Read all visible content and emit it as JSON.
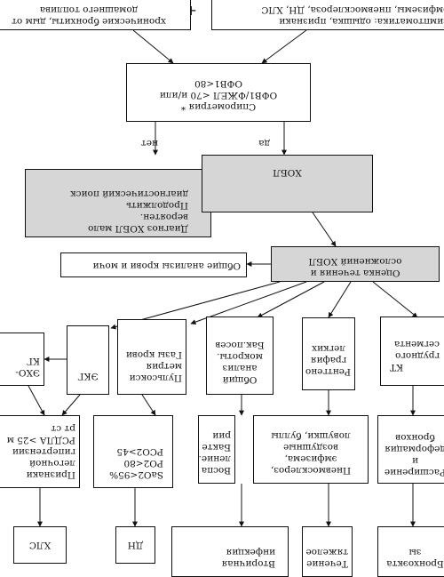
{
  "nodes": {
    "top_left": {
      "lines": [
        "хронические бронхиты, дым от",
        "домашнего топлива"
      ]
    },
    "top_right": {
      "lines": [
        "симптоматика: одышка, признаки",
        "эмфиземы, пневмосклероза, ДН, ХЛС"
      ]
    },
    "plus": {
      "text": "+"
    },
    "spirometry": {
      "lines": [
        "Спирометрия *",
        "ОФВ1/ФЖЕЛ <70 и/или",
        "ОФВ1<80"
      ]
    },
    "no_label": {
      "text": "нет"
    },
    "yes_label": {
      "text": "да"
    },
    "unlikely": {
      "lines": [
        "Диагноз ХОБЛ мало",
        "вероятен.",
        "Продолжить",
        "диагностический поиск"
      ]
    },
    "copd": {
      "text": "ХОБЛ"
    },
    "assessment": {
      "lines": [
        "Оценка течения и",
        "осложнений ХОБЛ"
      ]
    },
    "blood_urine": {
      "text": "Общие анализы крови и мочи"
    },
    "echo": {
      "lines": [
        "ЭХО-",
        "КГ"
      ]
    },
    "ecg": {
      "text": "ЭКГ"
    },
    "pulse_oximetry": {
      "lines": [
        "Пульсокси",
        "метрия",
        "Газы крови"
      ]
    },
    "sputum": {
      "lines": [
        "Общий",
        "анализ",
        "мокроты.",
        "Бак.посев"
      ]
    },
    "xray": {
      "lines": [
        "Рентгено",
        "графия",
        "легких"
      ]
    },
    "ct": {
      "lines": [
        "КТ",
        "грудного",
        "сегмента"
      ]
    },
    "pulm_hypertension": {
      "lines": [
        "Признаки",
        "легочной",
        "гипертензии",
        "РСДЛА >25 м",
        "рт ст"
      ]
    },
    "gases_values": {
      "lines": [
        "SaO2<95%",
        "PO2<80",
        "PCO2>45"
      ]
    },
    "inflammation": {
      "lines": [
        "Воспа",
        "ление.",
        "Бакте",
        "рии"
      ]
    },
    "xray_findings": {
      "lines": [
        "Пневмосклероз,",
        "эмфизема,",
        "воздушные",
        "ловушки, буллы"
      ]
    },
    "ct_findings": {
      "lines": [
        "Расширение",
        "и",
        "деформация",
        "бронхов"
      ]
    },
    "chs": {
      "text": "ХЛС"
    },
    "dn": {
      "text": "ДН"
    },
    "secondary_infection": {
      "lines": [
        "Вторичная",
        "инфекция"
      ]
    },
    "severe_course": {
      "lines": [
        "Течение",
        "тяжелое"
      ]
    },
    "bronchiectasis": {
      "lines": [
        "Бронхоэкта",
        "зы"
      ]
    }
  }
}
